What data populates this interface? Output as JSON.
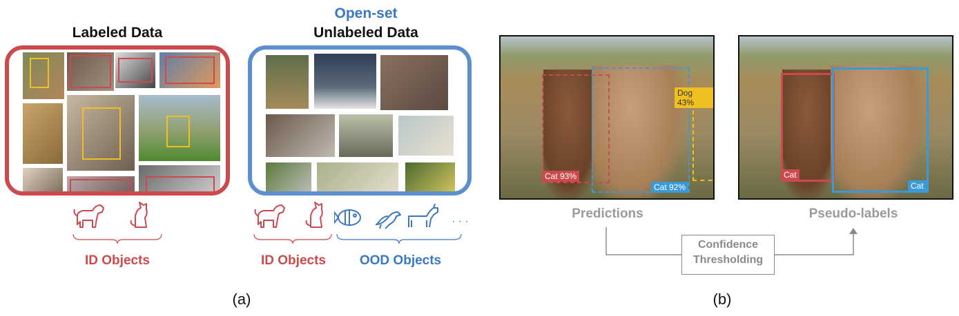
{
  "panel_a": {
    "labeled_title": "Labeled Data",
    "open_set_title": "Open-set",
    "unlabeled_title": "Unlabeled Data",
    "id_objects_left": "ID Objects",
    "id_objects_right": "ID Objects",
    "ood_objects": "OOD Objects",
    "ellipsis": "· · ·",
    "caption": "(a)",
    "colors": {
      "id": "#cc4a4d",
      "ood": "#3a78c2"
    }
  },
  "panel_b": {
    "predictions_label": "Predictions",
    "pseudo_labels_label": "Pseudo-labels",
    "confidence_line1": "Confidence",
    "confidence_line2": "Thresholding",
    "caption": "(b)",
    "predictions": {
      "cat_red": "Cat  93%",
      "cat_blue": "Cat  92%",
      "dog": "Dog 43%"
    },
    "pseudo": {
      "cat_red": "Cat",
      "cat_blue": "Cat"
    }
  }
}
